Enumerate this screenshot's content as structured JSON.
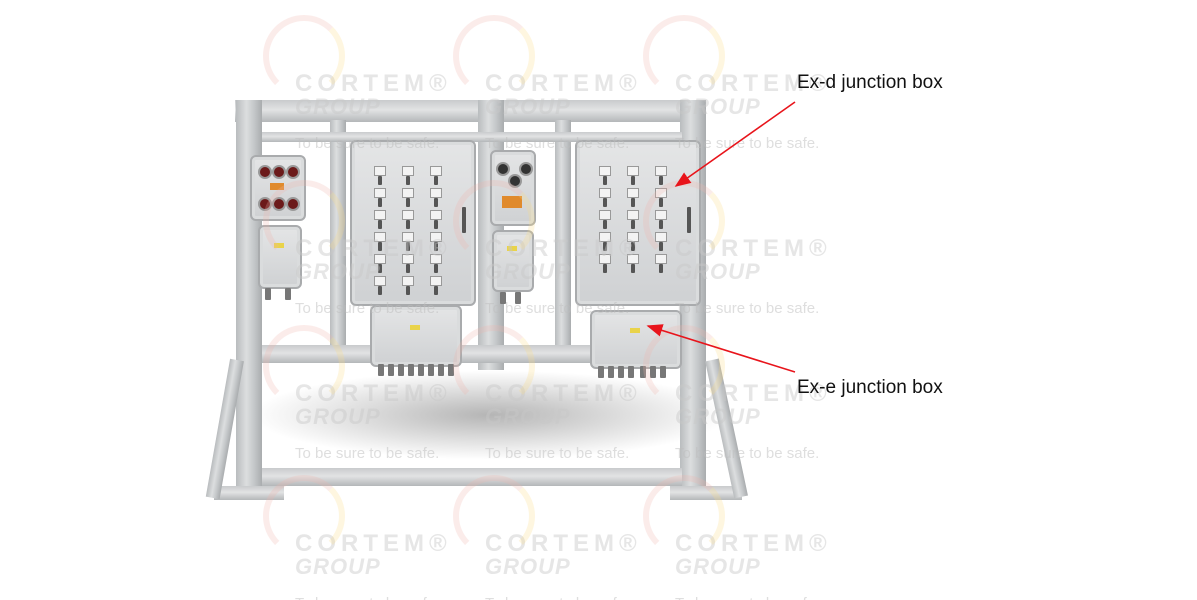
{
  "labels": {
    "exd": "Ex-d junction box",
    "exe": "Ex-e junction box"
  },
  "watermark": {
    "brand": "CORTEM",
    "group": "GROUP",
    "tagline": "To be sure to be safe."
  },
  "colors": {
    "arrow": "#e8141b",
    "label_text": "#111111",
    "frame": "#c8cacc",
    "enclosure": "#d8dadb"
  }
}
